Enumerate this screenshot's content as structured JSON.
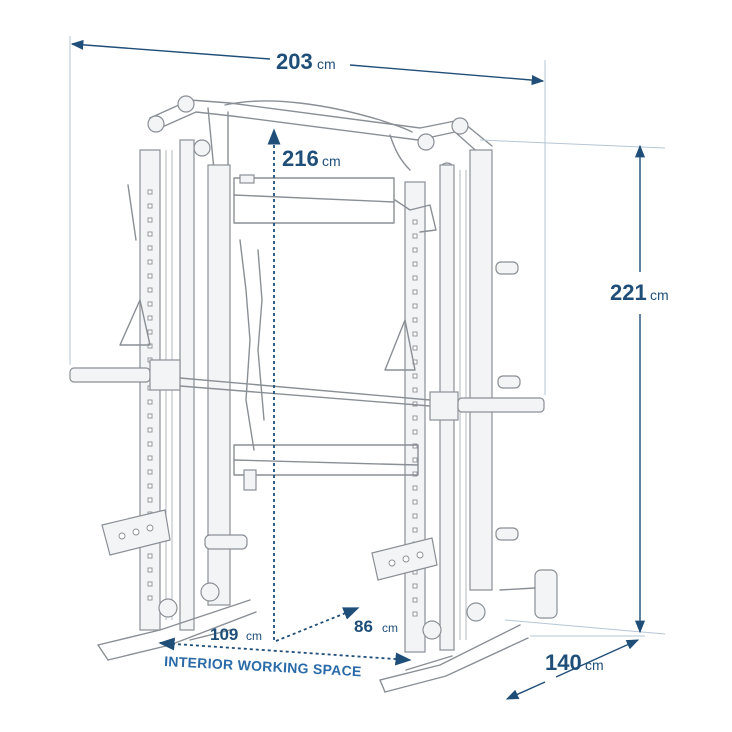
{
  "dimensions": {
    "width": {
      "value": "203",
      "unit": "cm"
    },
    "height": {
      "value": "221",
      "unit": "cm"
    },
    "depth": {
      "value": "140",
      "unit": "cm"
    },
    "interior_height": {
      "value": "216",
      "unit": "cm"
    },
    "interior_width": {
      "value": "109",
      "unit": "cm"
    },
    "interior_depth": {
      "value": "86",
      "unit": "cm"
    }
  },
  "caption": "INTERIOR WORKING SPACE",
  "colors": {
    "dimension_text": "#1f4e79",
    "caption_text": "#2a6aa8",
    "frame_line": "#8a8f96"
  }
}
